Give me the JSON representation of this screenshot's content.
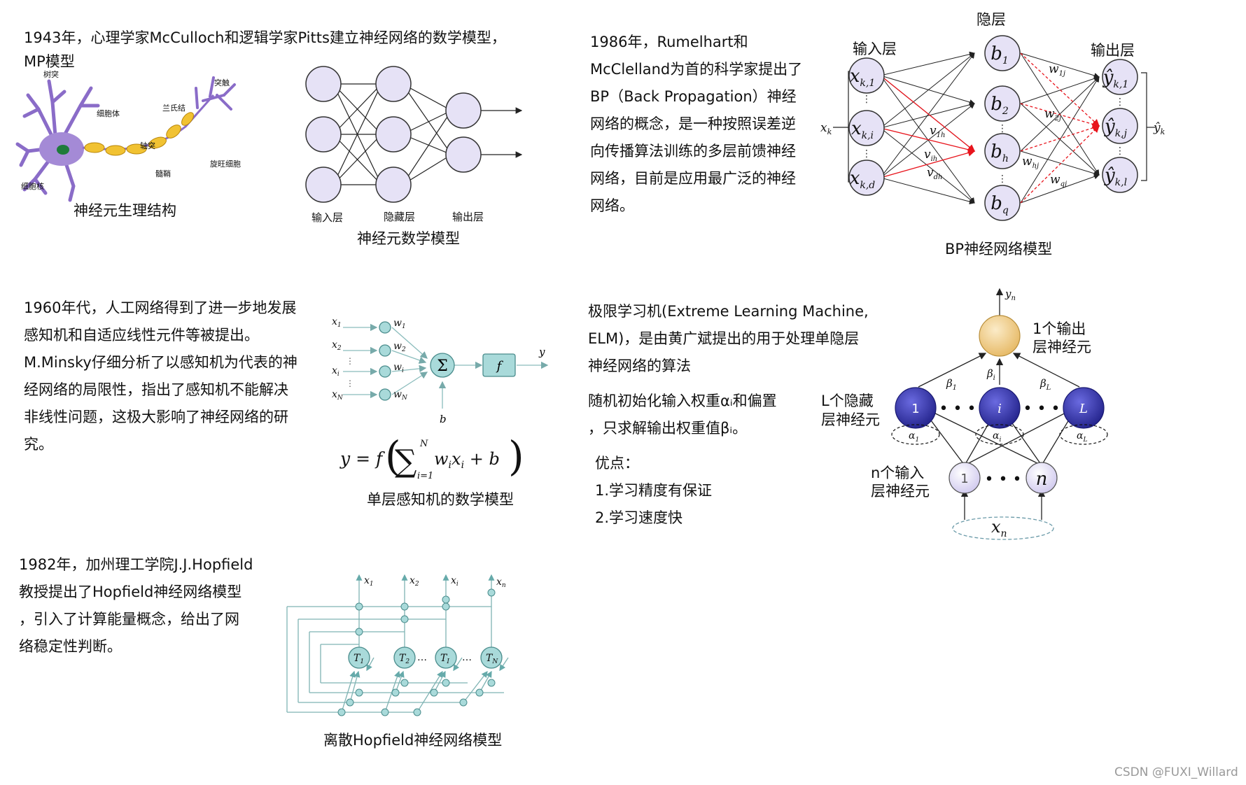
{
  "sections": {
    "mp": {
      "text_line1": "1943年，心理学家McCulloch和逻辑学家Pitts建立神经网络的数学模型，",
      "text_line2": "MP模型",
      "neuron_labels": {
        "dendrite": "树突",
        "cell_body": "细胞体",
        "node": "兰氏结",
        "synapse": "突触",
        "axon": "轴突",
        "schwann": "旋旺细胞",
        "myelin": "髓鞘",
        "membrane": "细胞核"
      },
      "caption_bio": "神经元生理结构",
      "layer_input": "输入层",
      "layer_hidden": "隐藏层",
      "layer_output": "输出层",
      "caption_math": "神经元数学模型"
    },
    "bp": {
      "text": [
        "1986年，Rumelhart和",
        "McClelland为首的科学家提出了",
        "BP（Back Propagation）神经",
        "网络的概念，是一种按照误差逆",
        "向传播算法训练的多层前馈神经",
        "网络，目前是应用最广泛的神经",
        "网络。"
      ],
      "label_hidden": "隐层",
      "label_input": "输入层",
      "label_output": "输出层",
      "caption": "BP神经网络模型"
    },
    "perceptron": {
      "text": [
        "1960年代，人工网络得到了进一步地发展",
        "感知机和自适应线性元件等被提出。",
        "M.Minsky仔细分析了以感知机为代表的神",
        "经网络的局限性，指出了感知机不能解决",
        "非线性问题，这极大影响了神经网络的研",
        "究。"
      ],
      "caption": "单层感知机的数学模型",
      "sum_symbol": "Σ",
      "f_symbol": "f",
      "bias": "b",
      "output": "y"
    },
    "elm": {
      "text": [
        "极限学习机(Extreme Learning Machine,",
        "ELM)，是由黄广斌提出的用于处理单隐层",
        "神经网络的算法"
      ],
      "text2_line1": "随机初始化输入权重αᵢ和偏置",
      "text2_line2": "，只求解输出权重值βᵢ。",
      "adv_title": "优点：",
      "adv1": "1.学习精度有保证",
      "adv2": "2.学习速度快",
      "out_label_line1": "1个输出",
      "out_label_line2": "层神经元",
      "hidden_label_line1": "L个隐藏",
      "hidden_label_line2": "层神经元",
      "input_label_line1": "n个输入",
      "input_label_line2": "层神经元",
      "hidden_nodes": [
        "1",
        "i",
        "L"
      ],
      "input_nodes": [
        "1",
        "n"
      ],
      "output": "y",
      "input": "x"
    },
    "hopfield": {
      "text": [
        "1982年，加州理工学院J.J.Hopfield",
        "教授提出了Hopfield神经网络模型",
        "，引入了计算能量概念，给出了网",
        "络稳定性判断。"
      ],
      "caption": "离散Hopfield神经网络模型"
    }
  },
  "watermark": "CSDN @FUXI_Willard",
  "colors": {
    "node_lavender": "#e6e2f6",
    "node_stroke": "#333333",
    "teal": "#a9dada",
    "teal_stroke": "#4a8c8c",
    "red_edge": "#e8141c",
    "neuron_purple": "#a48ad6",
    "myelin_yellow": "#f1c232",
    "elm_blue": "#3a3ab0",
    "elm_gold": "#f0cc88"
  }
}
